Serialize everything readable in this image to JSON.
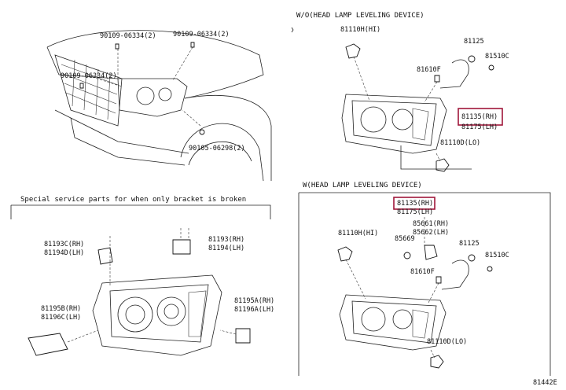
{
  "diagram": {
    "header_without": "W/O(HEAD LAMP LEVELING DEVICE)",
    "header_with": "W(HEAD LAMP LEVELING DEVICE)",
    "special_note": "Special service parts for when only bracket is broken",
    "figure_code": "81442E",
    "highlight_color": "#a0173a",
    "labels": {
      "p90109a": "90109-06334(2)",
      "p90109b": "90109-06334(2)",
      "p90109c": "90109-06334(2)",
      "p90105": "90105-06298(2)",
      "p81110h_top": "81110H(HI)",
      "p81125_top": "81125",
      "p81510c_top": "81510C",
      "p81610f_top": "81610F",
      "p81135_top": "81135(RH)",
      "p81175_top": "81175(LH)",
      "p81110d_top": "81110D(LO)",
      "p81135_bot": "81135(RH)",
      "p81175_bot": "81175(LH)",
      "p85661": "85661(RH)",
      "p85662": "85662(LH)",
      "p85669": "85669",
      "p81110h_bot": "81110H(HI)",
      "p81125_bot": "81125",
      "p81510c_bot": "81510C",
      "p81610f_bot": "81610F",
      "p81110d_bot": "81110D(LO)",
      "p81193c": "81193C(RH)",
      "p81194d": "81194D(LH)",
      "p81193": "81193(RH)",
      "p81194": "81194(LH)",
      "p81195b": "81195B(RH)",
      "p81196c": "81196C(LH)",
      "p81195a": "81195A(RH)",
      "p81196a": "81196A(LH)"
    }
  }
}
